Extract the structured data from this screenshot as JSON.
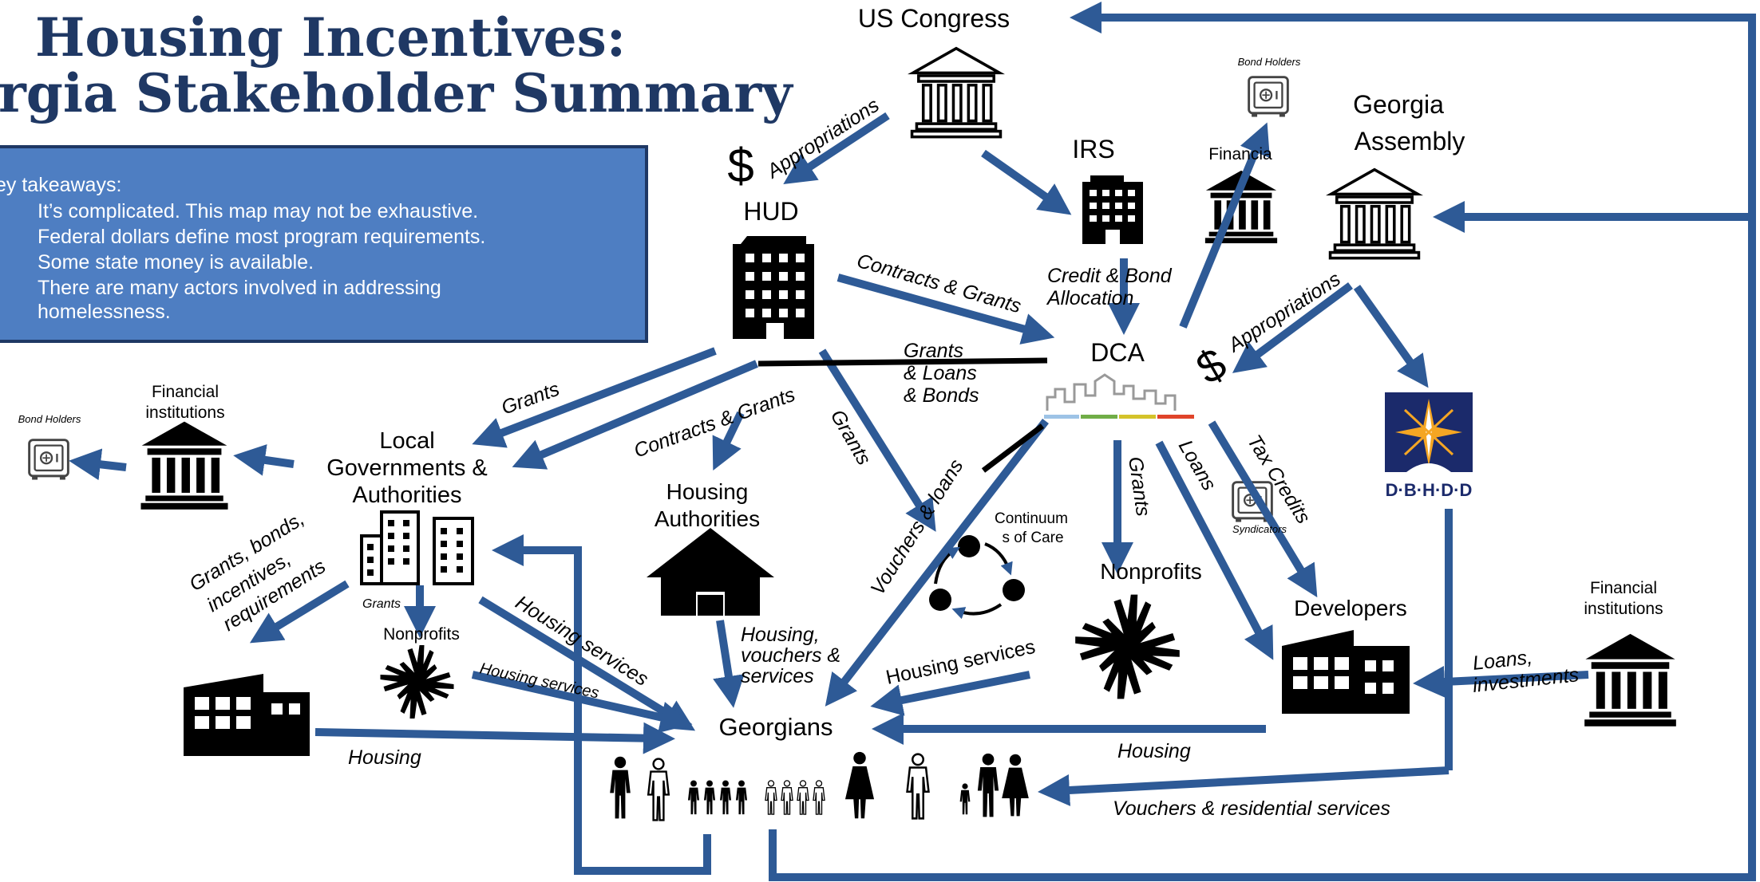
{
  "title": {
    "line1": "Housing Incentives:",
    "line2": "rgia Stakeholder Summary"
  },
  "takeaways": {
    "heading": "ey takeaways:",
    "items": [
      "It’s complicated. This map may not be exhaustive.",
      "Federal dollars define most program requirements.",
      "Some state money is available.",
      "There are many actors involved in addressing",
      "homelessness."
    ]
  },
  "nodes": {
    "us_congress": "US Congress",
    "hud": "HUD",
    "irs": "IRS",
    "financial_top": "Financia",
    "bond_holders_top": "Bond Holders",
    "georgia_assembly_1": "Georgia",
    "georgia_assembly_2": "Assembly",
    "dca": "DCA",
    "dbhdd": "D·B·H·D·D",
    "local_gov_1": "Local",
    "local_gov_2": "Governments &",
    "local_gov_3": "Authorities",
    "financial_left_1": "Financial",
    "financial_left_2": "institutions",
    "bond_holders_left": "Bond Holders",
    "housing_auth_1": "Housing",
    "housing_auth_2": "Authorities",
    "coc_1": "Continuum",
    "coc_2": "s of Care",
    "nonprofits_right": "Nonprofits",
    "developers": "Developers",
    "syndicators": "Syndicators",
    "financial_right_1": "Financial",
    "financial_right_2": "institutions",
    "nonprofits_left": "Nonprofits",
    "georgians": "Georgians"
  },
  "edges": {
    "appropriations_federal": "Appropriations",
    "appropriations_state": "Appropriations",
    "contracts_grants_dca": "Contracts & Grants",
    "credit_bond_1": "Credit & Bond",
    "credit_bond_2": "Allocation",
    "grants_loans_bonds_1": "Grants",
    "grants_loans_bonds_2": "& Loans",
    "grants_loans_bonds_3": "& Bonds",
    "grants_local": "Grants",
    "contracts_grants_ha": "Contracts & Grants",
    "grants_coc": "Grants",
    "vouchers_loans": "Vouchers & loans",
    "grants_np": "Grants",
    "loans_dev": "Loans",
    "tax_credits": "Tax Credits",
    "grants_bonds_1": "Grants, bonds,",
    "grants_bonds_2": "incentives,",
    "grants_bonds_3": "requirements",
    "grants_small": "Grants",
    "housing_services_diag": "Housing services",
    "housing_services_small": "Housing services",
    "housing_vouchers_1": "Housing,",
    "housing_vouchers_2": "vouchers &",
    "housing_vouchers_3": "services",
    "housing_services_np": "Housing services",
    "housing_left": "Housing",
    "housing_dev": "Housing",
    "loans_investments_1": "Loans,",
    "loans_investments_2": "investments",
    "vouchers_residential": "Vouchers & residential services"
  },
  "symbols": {
    "dollar": "$"
  },
  "colors": {
    "title": "#1f3864",
    "box_fill": "#4e7ec2",
    "arrow": "#2e5a96",
    "dbhdd_navy": "#1b2a6b",
    "dbhdd_star": "#f5a623"
  }
}
